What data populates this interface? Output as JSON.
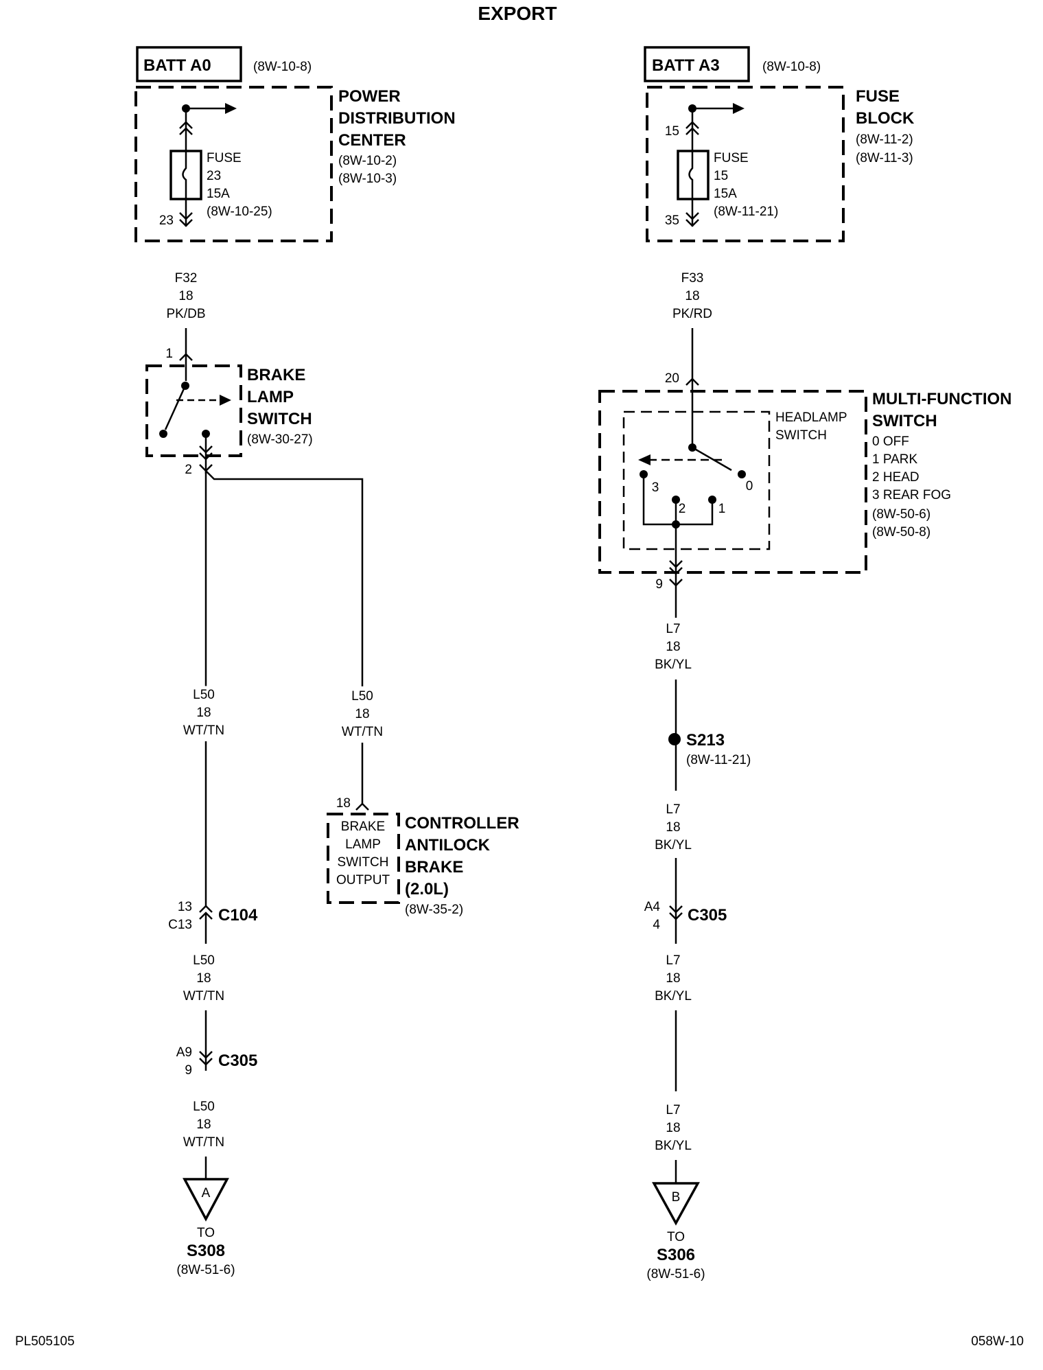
{
  "title": "EXPORT",
  "footer": {
    "left": "PL505105",
    "right": "058W-10"
  },
  "left": {
    "batt": {
      "label": "BATT A0",
      "ref": "(8W-10-8)"
    },
    "pdc": {
      "l1": "POWER",
      "l2": "DISTRIBUTION",
      "l3": "CENTER",
      "ref1": "(8W-10-2)",
      "ref2": "(8W-10-3)"
    },
    "fuse": {
      "l1": "FUSE",
      "l2": "23",
      "l3": "15A",
      "ref": "(8W-10-25)",
      "pin_out": "23"
    },
    "wire1": {
      "circuit": "F32",
      "gauge": "18",
      "color": "PK/DB"
    },
    "brake_switch": {
      "l1": "BRAKE",
      "l2": "LAMP",
      "l3": "SWITCH",
      "ref": "(8W-30-27)",
      "pin_in": "1",
      "pin_out": "2"
    },
    "wire2": {
      "circuit": "L50",
      "gauge": "18",
      "color": "WT/TN"
    },
    "wire3": {
      "circuit": "L50",
      "gauge": "18",
      "color": "WT/TN"
    },
    "abs": {
      "pin": "18",
      "inner1": "BRAKE",
      "inner2": "LAMP",
      "inner3": "SWITCH",
      "inner4": "OUTPUT",
      "l1": "CONTROLLER",
      "l2": "ANTILOCK",
      "l3": "BRAKE",
      "l4": "(2.0L)",
      "ref": "(8W-35-2)"
    },
    "c104": {
      "name": "C104",
      "pin_top": "13",
      "pin_bot": "C13"
    },
    "wire4": {
      "circuit": "L50",
      "gauge": "18",
      "color": "WT/TN"
    },
    "c305": {
      "name": "C305",
      "pin_top": "A9",
      "pin_bot": "9"
    },
    "wire5": {
      "circuit": "L50",
      "gauge": "18",
      "color": "WT/TN"
    },
    "term": {
      "letter": "A",
      "to": "TO",
      "dest": "S308",
      "ref": "(8W-51-6)"
    }
  },
  "right": {
    "batt": {
      "label": "BATT A3",
      "ref": "(8W-10-8)"
    },
    "fb": {
      "l1": "FUSE",
      "l2": "BLOCK",
      "ref1": "(8W-11-2)",
      "ref2": "(8W-11-3)"
    },
    "fuse": {
      "pin_in": "15",
      "l1": "FUSE",
      "l2": "15",
      "l3": "15A",
      "ref": "(8W-11-21)",
      "pin_out": "35"
    },
    "wire1": {
      "circuit": "F33",
      "gauge": "18",
      "color": "PK/RD"
    },
    "mfs": {
      "pin_in": "20",
      "sw1": "HEADLAMP",
      "sw2": "SWITCH",
      "l1": "MULTI-FUNCTION",
      "l2": "SWITCH",
      "p0": "0 OFF",
      "p1": "1 PARK",
      "p2": "2 HEAD",
      "p3": "3 REAR FOG",
      "ref1": "(8W-50-6)",
      "ref2": "(8W-50-8)",
      "pos0": "0",
      "pos1": "1",
      "pos2": "2",
      "pos3": "3",
      "pin_out": "9"
    },
    "wire2": {
      "circuit": "L7",
      "gauge": "18",
      "color": "BK/YL"
    },
    "splice": {
      "name": "S213",
      "ref": "(8W-11-21)"
    },
    "wire3": {
      "circuit": "L7",
      "gauge": "18",
      "color": "BK/YL"
    },
    "c305": {
      "name": "C305",
      "pin_top": "A4",
      "pin_bot": "4"
    },
    "wire4": {
      "circuit": "L7",
      "gauge": "18",
      "color": "BK/YL"
    },
    "wire5": {
      "circuit": "L7",
      "gauge": "18",
      "color": "BK/YL"
    },
    "term": {
      "letter": "B",
      "to": "TO",
      "dest": "S306",
      "ref": "(8W-51-6)"
    }
  }
}
